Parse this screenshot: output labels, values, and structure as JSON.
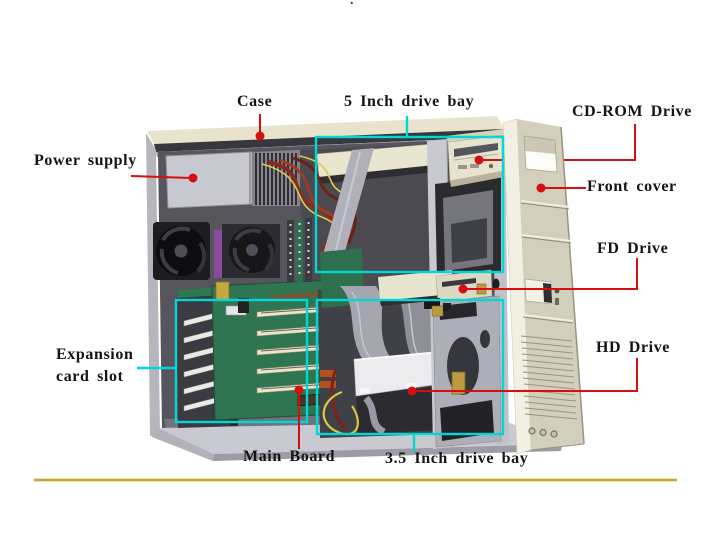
{
  "artifact_dot": ".",
  "colors": {
    "annotation_red": "#d40f0f",
    "annotation_cyan": "#00d8d8",
    "divider_gold": "#c9a227",
    "case_beige": "#e7e3cd",
    "board_green": "#2f7551"
  },
  "labels": {
    "case": "Case",
    "five_inch_drive_bay": "5 Inch drive bay",
    "cdrom_drive": "CD-ROM Drive",
    "power_supply": "Power supply",
    "front_cover": "Front cover",
    "fd_drive": "FD Drive",
    "hd_drive": "HD Drive",
    "expansion_card_slot_line1": "Expansion",
    "expansion_card_slot_line2": "card slot",
    "main_board": "Main Board",
    "three_five_inch_drive_bay": "3.5 Inch drive bay"
  }
}
